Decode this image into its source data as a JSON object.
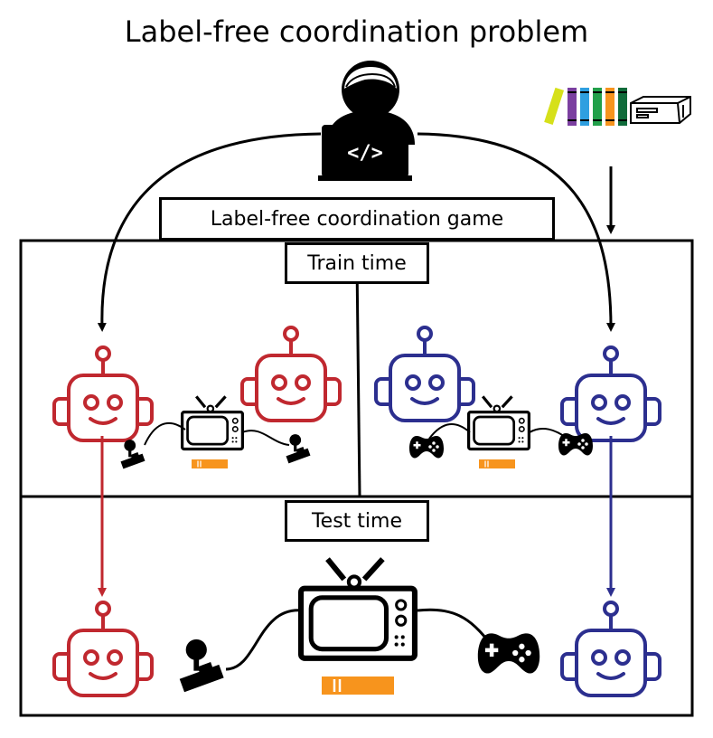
{
  "title": "Label-free coordination problem",
  "game_label": "Label-free coordination game",
  "train_label": "Train time",
  "test_label": "Test time",
  "colors": {
    "red_agent": "#c0282f",
    "blue_agent": "#2c2f8f",
    "accent_orange": "#f7941d",
    "book_yellow": "#d6e01a",
    "book_purple": "#7b3fa0",
    "book_blue": "#2e9fe0",
    "book_green": "#22a04a",
    "book_orange": "#f7941d",
    "book_darkgreen": "#0f6b3a"
  },
  "icons": [
    "programmer-icon",
    "robot-icon",
    "tv-icon",
    "joystick-icon",
    "gamepad-icon",
    "books-icon",
    "console-icon",
    "game-cartridge-icon"
  ]
}
